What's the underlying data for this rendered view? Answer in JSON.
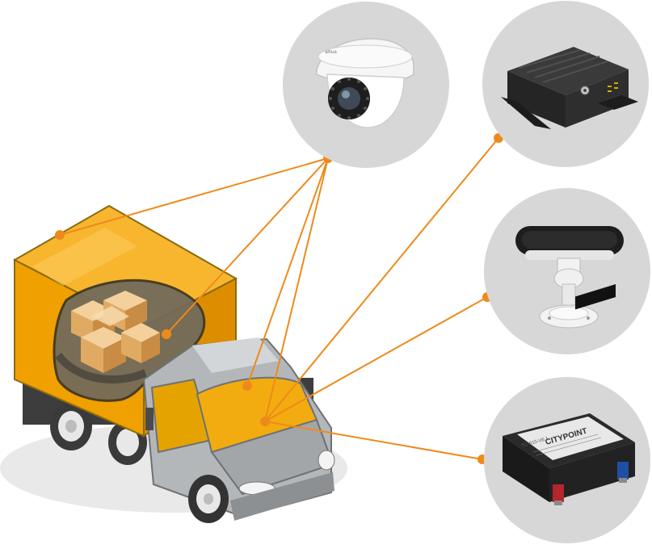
{
  "colors": {
    "accent": "#ee8a1b",
    "cargo_box": "#f5a500",
    "cab": "#b9bdc0",
    "circle_bg": "#d8d8d8"
  },
  "devices": [
    {
      "name": "dome-camera-icon",
      "logo": "alhua"
    },
    {
      "name": "mobile-dvr-icon"
    },
    {
      "name": "adas-camera-icon"
    },
    {
      "name": "gps-tracker-icon",
      "brand": "CITYPOINT",
      "model": "TC-615-V6.1"
    }
  ]
}
